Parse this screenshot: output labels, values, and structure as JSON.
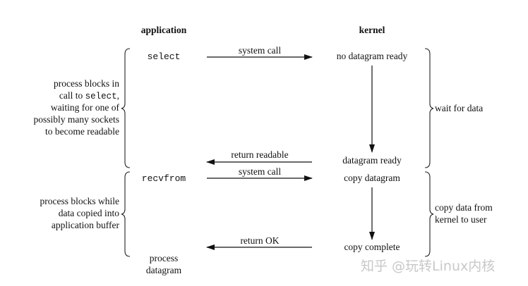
{
  "headers": {
    "application": "application",
    "kernel": "kernel"
  },
  "application": {
    "select": "select",
    "recvfrom": "recvfrom",
    "process_datagram": [
      "process",
      "datagram"
    ]
  },
  "arrows": {
    "system_call_1": "system call",
    "return_readable": "return readable",
    "system_call_2": "system call",
    "return_ok": "return OK"
  },
  "kernel": {
    "no_datagram_ready": "no datagram ready",
    "datagram_ready": "datagram ready",
    "copy_datagram": "copy datagram",
    "copy_complete": "copy complete"
  },
  "left_notes": {
    "select_block": [
      "process blocks in",
      "call to ",
      "select",
      ",",
      "waiting for one of",
      "possibly many sockets",
      "to become readable"
    ],
    "recv_block": [
      "process blocks while",
      "data copied into",
      "application buffer"
    ]
  },
  "right_notes": {
    "wait": "wait for data",
    "copy": [
      "copy data from",
      "kernel to user"
    ]
  },
  "watermark": "知乎 @玩转Linux内核"
}
